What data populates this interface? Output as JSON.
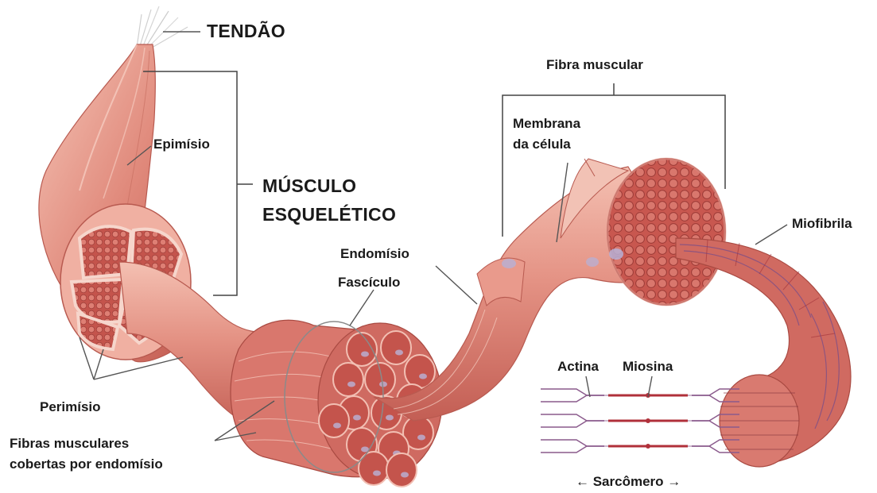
{
  "labels": {
    "tendao": "TENDÃO",
    "epimisio": "Epimísio",
    "musculo_line1": "MÚSCULO",
    "musculo_line2": "ESQUELÉTICO",
    "perimisio": "Perimísio",
    "fibras_line1": "Fibras musculares",
    "fibras_line2": "cobertas por endomísio",
    "endomisio": "Endomísio",
    "fasciculo": "Fascículo",
    "fibra_muscular": "Fibra muscular",
    "membrana_line1": "Membrana",
    "membrana_line2": "da célula",
    "miofibrila": "Miofibrila",
    "actina": "Actina",
    "miosina": "Miosina",
    "sarcomero": "← Sarcômero →"
  },
  "colors": {
    "muscle": "#d9776a",
    "muscle_light": "#f2b8a8",
    "muscle_dark": "#b24b45",
    "fiber_inner": "#c4564f",
    "leader_line": "#555555",
    "actin": "#8a5a8c",
    "myosin": "#b0303a"
  }
}
